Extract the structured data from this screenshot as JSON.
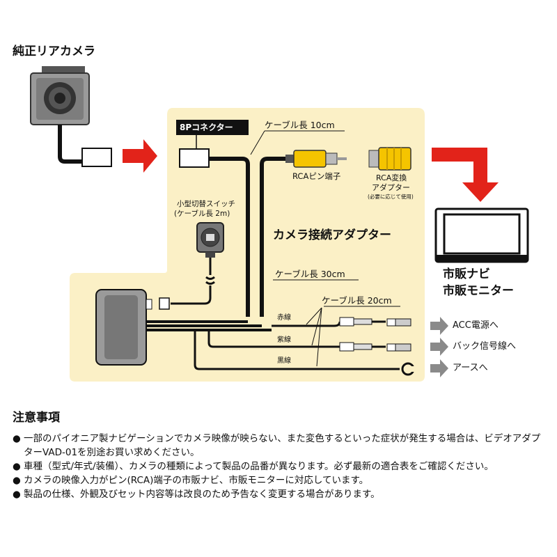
{
  "diagram": {
    "camera_title": "純正リアカメラ",
    "connector_label": "8Pコネクター",
    "cable_10cm": "ケーブル長 10cm",
    "rca_pin_label": "RCAピン端子",
    "rca_adapter_label_1": "RCA変換",
    "rca_adapter_label_2": "アダプター",
    "rca_adapter_note": "(必要に応じて使用)",
    "switch_label_1": "小型切替スイッチ",
    "switch_label_2": "(ケーブル長 2m)",
    "adapter_title": "カメラ接続アダプター",
    "cable_30cm": "ケーブル長 30cm",
    "cable_20cm": "ケーブル長 20cm",
    "wire_red": "赤線",
    "wire_purple": "紫線",
    "wire_black": "黒線",
    "dest_acc": "ACC電源へ",
    "dest_back": "バック信号線へ",
    "dest_earth": "アースへ",
    "monitor_label_1": "市販ナビ",
    "monitor_label_2": "市販モニター"
  },
  "notes": {
    "title": "注意事項",
    "bullet": "●",
    "items": [
      "一部のパイオニア製ナビゲーションでカメラ映像が映らない、また変色するといった症状が発生する場合は、ビデオアダプターVAD-01を別途お買い求めください。",
      "車種（型式/年式/装備）、カメラの種類によって製品の品番が異なります。必ず最新の適合表をご確認ください。",
      "カメラの映像入力がピン(RCA)端子の市販ナビ、市販モニターに対応しています。",
      "製品の仕様、外観及びセット内容等は改良のため予告なく変更する場合があります。"
    ]
  },
  "colors": {
    "panel": "#fbf0c6",
    "arrow_red": "#e2231a",
    "arrow_gray": "#8a8a8a",
    "rca_yellow": "#f5c400"
  }
}
